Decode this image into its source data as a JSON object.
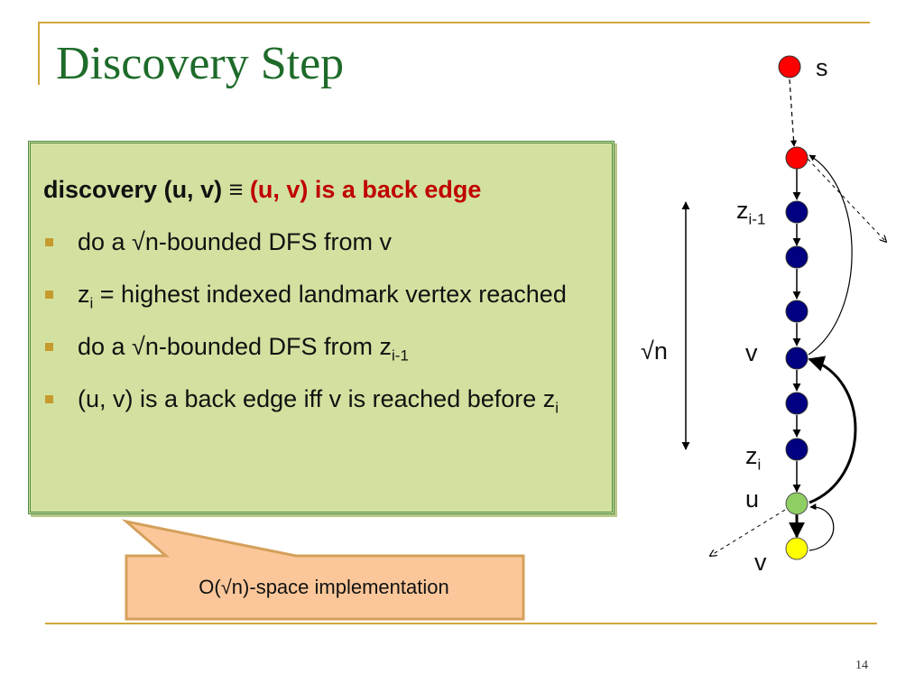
{
  "slide": {
    "title": "Discovery Step",
    "page_number": "14"
  },
  "box": {
    "heading_prefix": "discovery (u, v) ≡",
    "heading_highlight": "(u, v) is a back edge",
    "bullets": [
      {
        "text": "do a √n-bounded DFS from v"
      },
      {
        "before": "z",
        "sub": "i",
        "after": " = highest indexed landmark vertex reached"
      },
      {
        "before": "do a √n-bounded DFS from z",
        "sub": "i-1",
        "after": ""
      },
      {
        "before": "(u, v) is a back edge iff v is reached before z",
        "sub": "i",
        "after": ""
      }
    ]
  },
  "callout": {
    "text": "O(√n)-space implementation"
  },
  "diagram": {
    "labels": {
      "s": "s",
      "z_i_minus_1_base": "z",
      "z_i_minus_1_sub": "i-1",
      "v_upper": "v",
      "z_i_base": "z",
      "z_i_sub": "i",
      "u": "u",
      "v_lower": "v",
      "sqrt_n": "√n"
    },
    "colors": {
      "start_vertex": "#ff0000",
      "path_vertex": "#000080",
      "u_vertex": "#8fce62",
      "v_vertex": "#ffff00",
      "box_fill": "#d3e1a0",
      "box_border": "#4e8a45",
      "callout_fill": "#fbc79a",
      "callout_border": "#d4a05a",
      "title": "#1e6b2a",
      "highlight": "#c00000",
      "accent_rule": "#d2a83a"
    }
  }
}
